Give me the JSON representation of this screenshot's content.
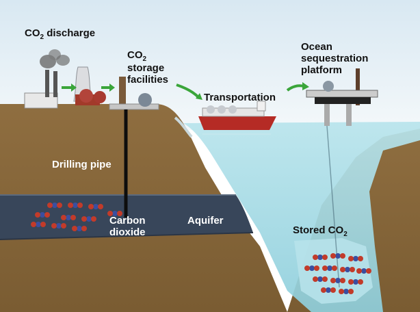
{
  "labels": {
    "co2_discharge": {
      "prefix": "CO",
      "sub": "2",
      "suffix": " discharge"
    },
    "storage": {
      "line1_prefix": "CO",
      "line1_sub": "2",
      "line2": "storage",
      "line3": "facilities"
    },
    "transportation": "Transportation",
    "ocean": {
      "line1": "Ocean",
      "line2": "sequestration",
      "line3": "platform"
    },
    "drilling_pipe": "Drilling pipe",
    "carbon_dioxide": {
      "line1": "Carbon",
      "line2": "dioxide"
    },
    "aquifer": "Aquifer",
    "stored_co2": {
      "prefix": "Stored CO",
      "sub": "2"
    }
  },
  "colors": {
    "sky_top": "#d8e8f2",
    "sky_bottom": "#f4f8fa",
    "ground": "#8a6a3e",
    "ground_dark": "#6e522c",
    "aquifer": "#38465a",
    "ocean": "#a9dde6",
    "ocean_deep": "#7fc4d3",
    "arrow": "#3aa53a",
    "molecule_carbon": "#3a4fa0",
    "molecule_oxygen": "#c23b2a"
  }
}
